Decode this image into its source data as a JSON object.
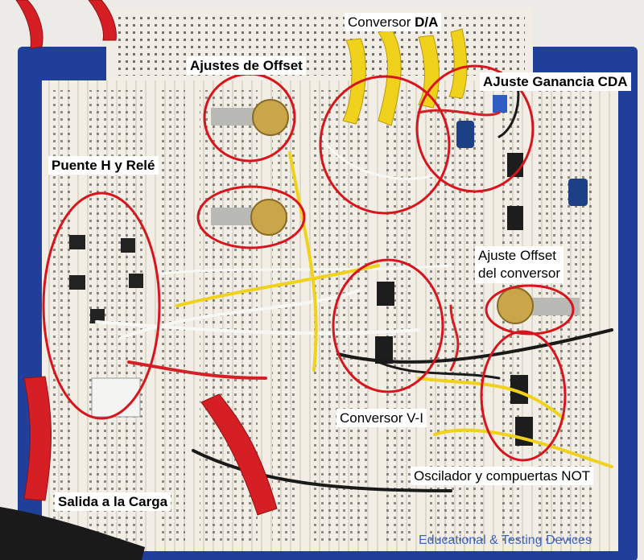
{
  "labels": {
    "conversor_da_prefix": "Conversor ",
    "conversor_da_bold": "D/A",
    "ajustes_offset": "Ajustes de Offset",
    "ajuste_ganancia": "AJuste Ganancia CDA",
    "puente_h": "Puente H y Relé",
    "ajuste_offset_conv_line1": "Ajuste Offset",
    "ajuste_offset_conv_line2": "del conversor",
    "conversor_vi": "Conversor V-I",
    "oscilador": "Oscilador y compuertas NOT",
    "salida_carga": "Salida a la Carga",
    "board_brand": "Educational & Testing Devices"
  },
  "colors": {
    "base_plate": "#1f3f9a",
    "breadboard": "#f1ede4",
    "highlight_ellipse": "#d8141c",
    "wire_red": "#d61f24",
    "wire_yellow": "#f0d21c",
    "wire_white": "#f7f7f4",
    "wire_black": "#1a1a1a"
  }
}
